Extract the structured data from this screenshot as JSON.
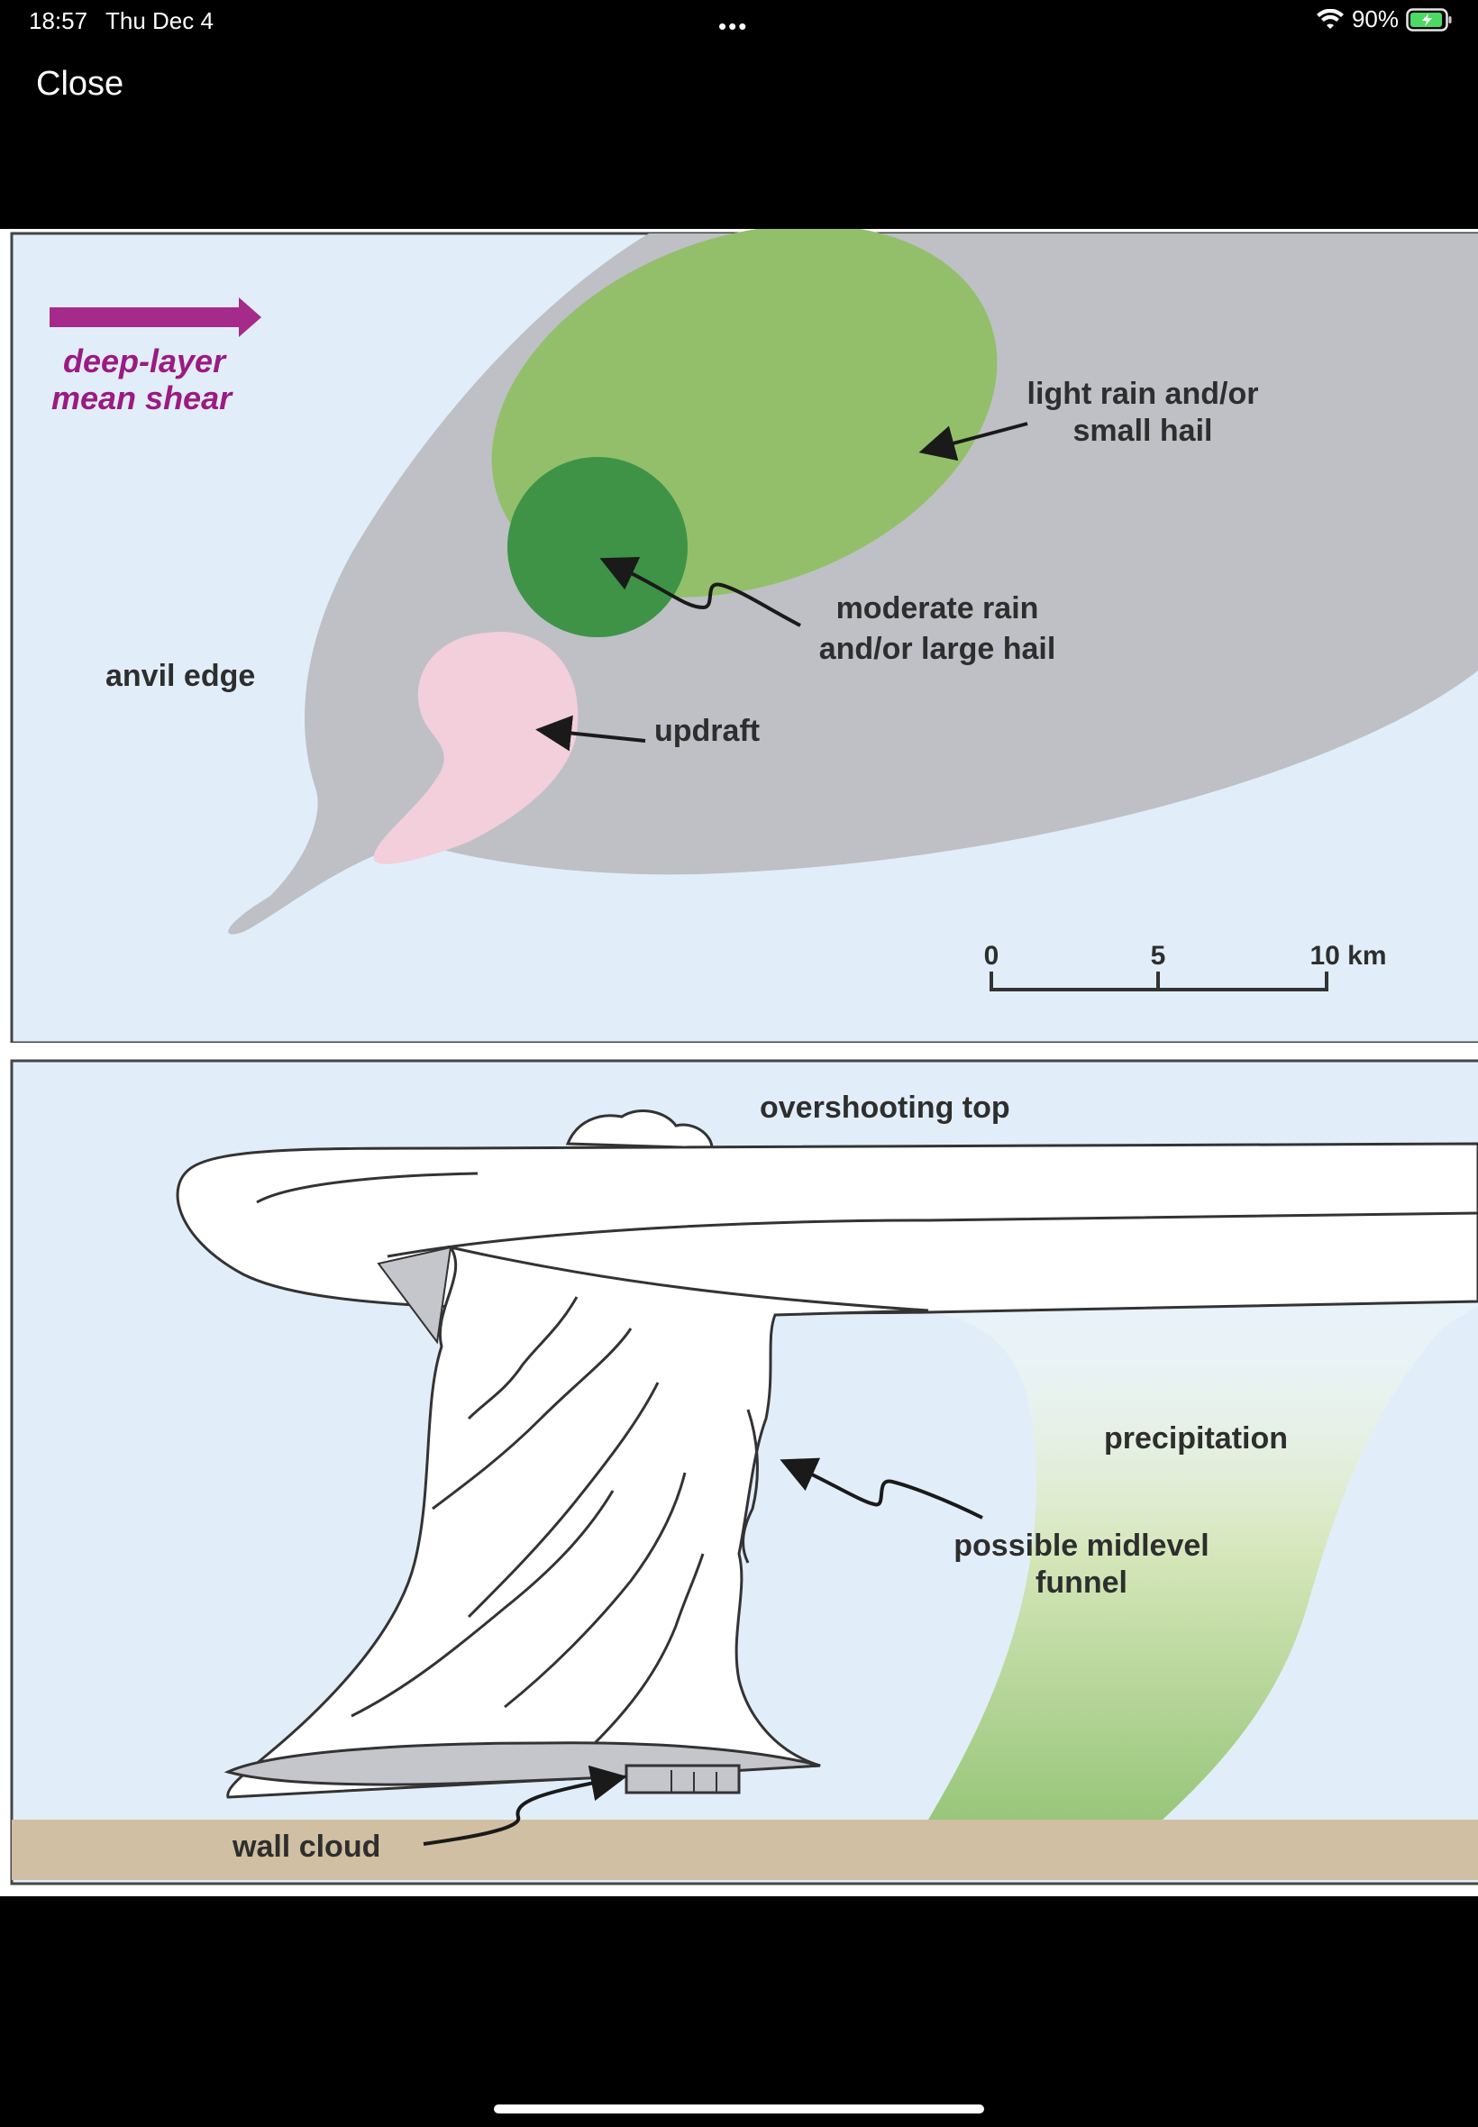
{
  "status_bar": {
    "time": "18:57",
    "date": "Thu Dec 4",
    "battery": "90%",
    "icons": [
      "wifi-icon",
      "battery-charging-icon"
    ]
  },
  "toolbar": {
    "close_label": "Close"
  },
  "diagram": {
    "top_panel": {
      "shear_label_line1": "deep-layer",
      "shear_label_line2": "mean shear",
      "anvil_edge": "anvil edge",
      "light_rain_line1": "light rain and/or",
      "light_rain_line2": "small hail",
      "moderate_rain_line1": "moderate rain",
      "moderate_rain_line2": "and/or large hail",
      "updraft": "updraft",
      "scale": {
        "tick_0": "0",
        "tick_5": "5",
        "tick_10": "10 km"
      }
    },
    "bottom_panel": {
      "overshooting_top": "overshooting top",
      "precipitation": "precipitation",
      "funnel_line1": "possible midlevel",
      "funnel_line2": "funnel",
      "wall_cloud": "wall cloud"
    },
    "colors": {
      "sky": "#e1eef9",
      "anvil_gray": "#bec0c6",
      "light_green": "#93bf6a",
      "dark_green": "#3e9346",
      "updraft_pink": "#f2cfdb",
      "shear_arrow": "#a52a8c",
      "ground": "#d0bfa2"
    }
  }
}
